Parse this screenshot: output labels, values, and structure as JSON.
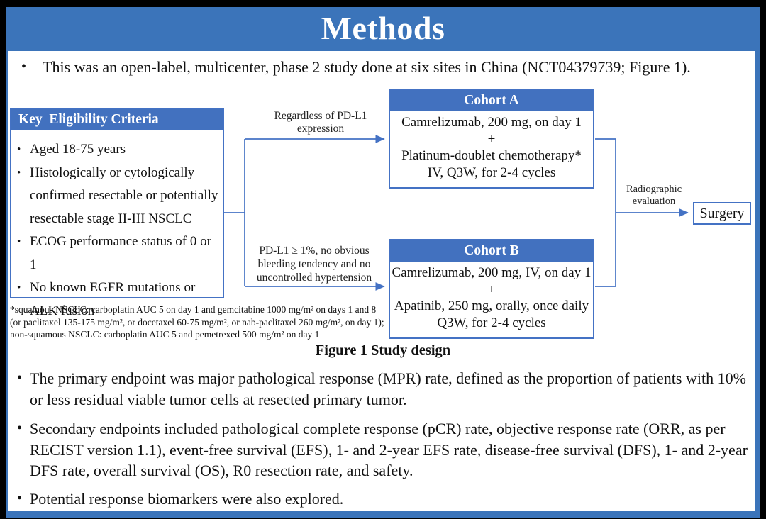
{
  "title": "Methods",
  "bullet_glyph": "•",
  "intro_bullet": "This was an open-label, multicenter, phase 2 study done at six sites in China (NCT04379739; Figure 1).",
  "diagram": {
    "eligibility": {
      "header": "Key  Eligibility Criteria",
      "items": [
        "Aged 18-75 years",
        "Histologically or cytologically confirmed resectable or potentially resectable stage II-III NSCLC",
        "ECOG performance status of 0 or 1",
        "No known EGFR mutations or ALK fusion"
      ]
    },
    "branch_a_label": "Regardless of PD-L1 expression",
    "branch_b_label": "PD-L1 ≥ 1%, no obvious bleeding tendency and no uncontrolled hypertension",
    "cohort_a": {
      "header": "Cohort A",
      "lines": [
        "Camrelizumab, 200 mg, on day 1",
        "+",
        "Platinum-doublet chemotherapy*",
        "IV, Q3W, for 2-4 cycles"
      ]
    },
    "cohort_b": {
      "header": "Cohort B",
      "lines": [
        "Camrelizumab, 200 mg, IV, on day 1",
        "+",
        "Apatinib, 250 mg, orally, once daily",
        "Q3W, for 2-4 cycles"
      ]
    },
    "evaluation_label": "Radiographic evaluation",
    "surgery_label": "Surgery",
    "footnote": "*squamous NSCLC: carboplatin AUC 5 on day 1 and gemcitabine 1000 mg/m² on days 1 and 8 (or paclitaxel 135-175 mg/m², or docetaxel 60-75 mg/m², or nab-paclitaxel 260 mg/m², on day 1); non-squamous NSCLC: carboplatin AUC 5 and pemetrexed 500 mg/m² on day 1",
    "caption": "Figure 1 Study design"
  },
  "bullets": [
    "The primary endpoint was major pathological response (MPR) rate, defined as the proportion of patients with 10% or less residual viable tumor cells at resected primary tumor.",
    "Secondary endpoints included pathological complete response (pCR) rate, objective response rate (ORR, as per RECIST version 1.1), event-free survival (EFS), 1- and 2-year EFS rate, disease-free survival (DFS), 1- and 2-year DFS rate, overall survival (OS), R0 resection rate, and safety.",
    "Potential response biomarkers were also explored."
  ],
  "colors": {
    "frame_blue": "#3b74ba",
    "header_blue": "#4271bf",
    "accent_blue": "#4472c4",
    "background_black": "#000000",
    "content_white": "#ffffff"
  }
}
